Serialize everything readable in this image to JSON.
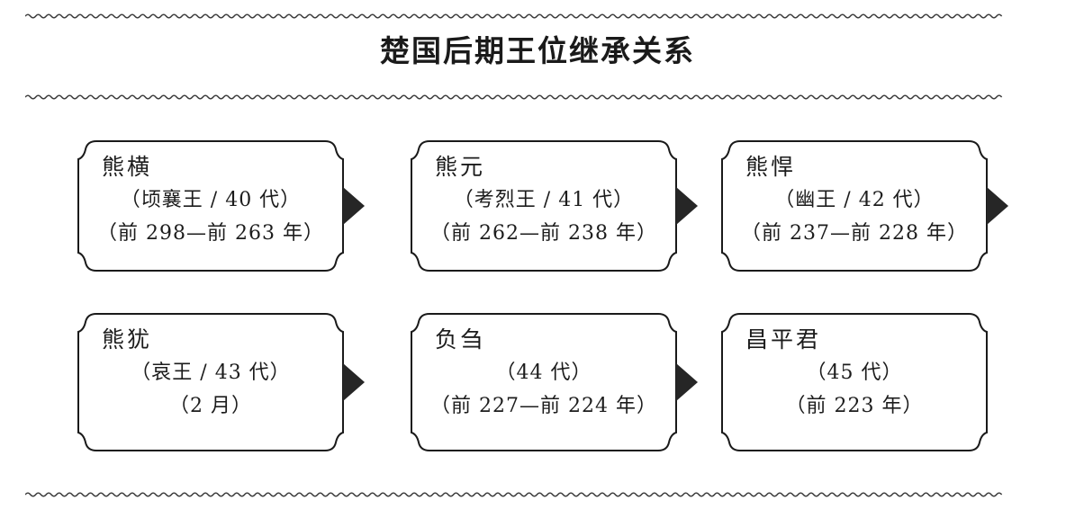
{
  "page": {
    "title": "楚国后期王位继承关系",
    "bg_color": "#ffffff",
    "ink_color": "#1c1c1c",
    "arrow_color": "#262626",
    "rule_color": "#3a3a3a"
  },
  "chart_data": {
    "type": "diagram",
    "title": "楚国后期王位继承关系",
    "layout": "two-rows-of-three, left-to-right succession arrows",
    "nodes": [
      {
        "name": "熊横",
        "sub": "（顷襄王 / 40 代）",
        "years": "（前 298—前 263 年）",
        "generation": 40,
        "arrow_after": true
      },
      {
        "name": "熊元",
        "sub": "（考烈王 / 41 代）",
        "years": "（前 262—前 238 年）",
        "generation": 41,
        "arrow_after": true
      },
      {
        "name": "熊悍",
        "sub": "（幽王 / 42 代）",
        "years": "（前 237—前 228 年）",
        "generation": 42,
        "arrow_after": true
      },
      {
        "name": "熊犹",
        "sub": "（哀王 / 43 代）",
        "years": "（2 月）",
        "generation": 43,
        "arrow_after": true
      },
      {
        "name": "负刍",
        "sub": "（44 代）",
        "years": "（前 227—前 224 年）",
        "generation": 44,
        "arrow_after": true
      },
      {
        "name": "昌平君",
        "sub": "（45 代）",
        "years": "（前 223 年）",
        "generation": 45,
        "arrow_after": false
      }
    ]
  },
  "decorations": {
    "rule_top": "wavy-rule",
    "rule_under_title": "wavy-rule",
    "rule_bottom": "wavy-rule"
  }
}
